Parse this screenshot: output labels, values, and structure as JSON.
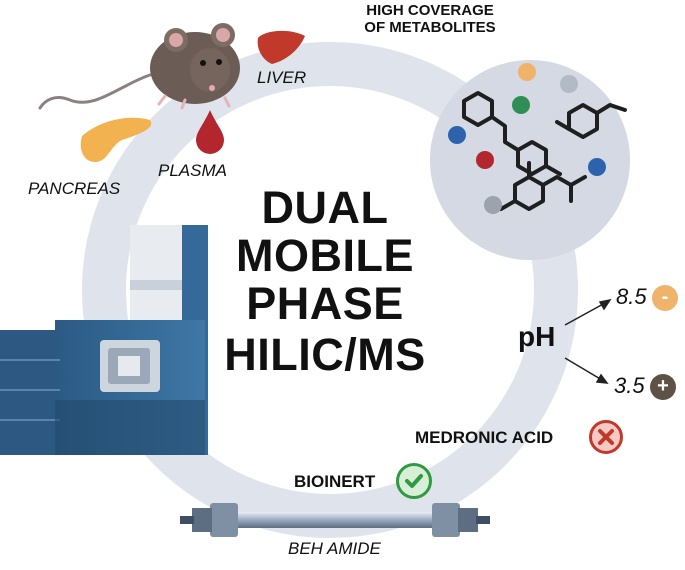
{
  "title": {
    "lines": [
      "DUAL",
      "MOBILE",
      "PHASE",
      "HILIC/MS"
    ]
  },
  "coverage": {
    "line1": "HIGH COVERAGE",
    "line2": "OF METABOLITES"
  },
  "samples": {
    "liver": "LIVER",
    "plasma": "PLASMA",
    "pancreas": "PANCREAS"
  },
  "ph": {
    "label": "pH",
    "high": "8.5",
    "high_sign": "-",
    "low": "3.5",
    "low_sign": "+"
  },
  "additive": {
    "label": "MEDRONIC ACID"
  },
  "hardware": {
    "label": "BIOINERT"
  },
  "column": {
    "label": "BEH AMIDE"
  },
  "icons": {
    "mouse": "mouse-icon",
    "liver": "liver-icon",
    "plasma": "blood-drop-icon",
    "pancreas": "pancreas-icon",
    "metabolites": "molecules-icon",
    "instrument": "lcms-instrument-icon",
    "column": "hplc-column-icon",
    "check": "check-icon",
    "cross": "cross-icon"
  },
  "colors": {
    "ring": "#dfe3ec",
    "instrument": "#2e5f8a",
    "liver": "#c0392b",
    "pancreas": "#f2b24f",
    "negative": "#f0b36c",
    "positive": "#5e5146",
    "check": "#2f9a40",
    "cross": "#c0392b"
  }
}
